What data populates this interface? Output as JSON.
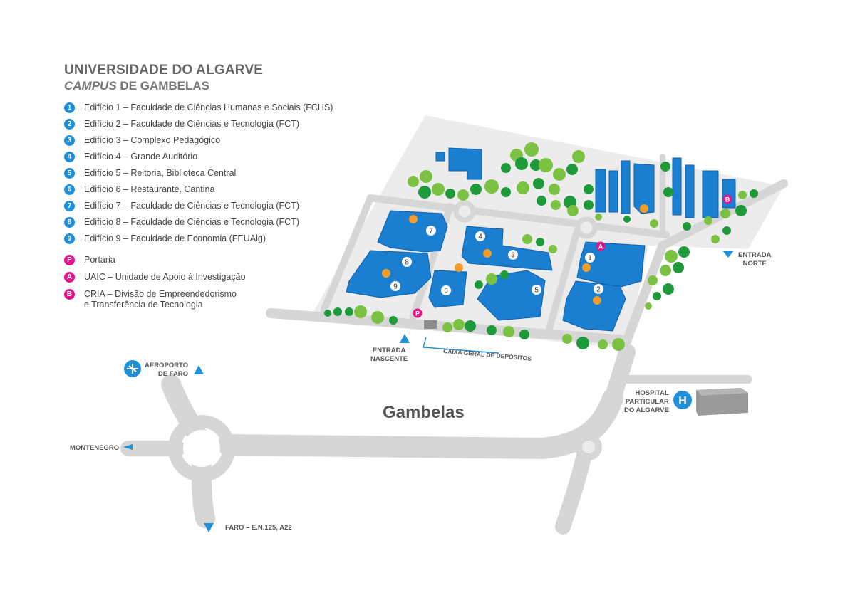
{
  "header": {
    "university": "UNIVERSIDADE DO ALGARVE",
    "campus_word": "CAMPUS",
    "campus_rest": " DE GAMBELAS"
  },
  "legend": [
    {
      "marker": "1",
      "kind": "building",
      "text": "Edifício 1 – Faculdade de Ciências Humanas e Sociais (FCHS)"
    },
    {
      "marker": "2",
      "kind": "building",
      "text": "Edifício 2 – Faculdade de Ciências e Tecnologia (FCT)"
    },
    {
      "marker": "3",
      "kind": "building",
      "text": "Edifício 3 – Complexo Pedagógico"
    },
    {
      "marker": "4",
      "kind": "building",
      "text": "Edifício 4 – Grande Auditório"
    },
    {
      "marker": "5",
      "kind": "building",
      "text": "Edifício 5 – Reitoria, Biblioteca Central"
    },
    {
      "marker": "6",
      "kind": "building",
      "text": "Edifício 6 – Restaurante, Cantina"
    },
    {
      "marker": "7",
      "kind": "building",
      "text": "Edifício 7 – Faculdade de Ciências e Tecnologia (FCT)"
    },
    {
      "marker": "8",
      "kind": "building",
      "text": "Edifício 8 – Faculdade de Ciências e Tecnologia (FCT)"
    },
    {
      "marker": "9",
      "kind": "building",
      "text": "Edifício 9 – Faculdade de Economia (FEUAlg)"
    },
    {
      "marker": "P",
      "kind": "service",
      "text": "Portaria"
    },
    {
      "marker": "A",
      "kind": "service",
      "text": "UAIC – Unidade de Apoio à Investigação"
    },
    {
      "marker": "B",
      "kind": "service",
      "text": "CRIA – Divisão de Empreendedorismo",
      "text2": "e Transferência de Tecnologia"
    }
  ],
  "map_labels": {
    "entrada_nascente": [
      "ENTRADA",
      "NASCENTE"
    ],
    "entrada_norte": [
      "ENTRADA",
      "NORTE"
    ],
    "caixa": "CAIXA GERAL DE DEPÓSITOS",
    "aeroporto": [
      "AEROPORTO",
      "DE FARO"
    ],
    "montenegro": "MONTENEGRO",
    "faro": "FARO – E.N.125, A22",
    "hospital": [
      "HOSPITAL",
      "PARTICULAR",
      "DO ALGARVE"
    ],
    "hospital_symbol": "H",
    "town": "Gambelas"
  },
  "building_markers": [
    {
      "label": "1"
    },
    {
      "label": "2"
    },
    {
      "label": "3"
    },
    {
      "label": "4"
    },
    {
      "label": "5"
    },
    {
      "label": "6"
    },
    {
      "label": "7"
    },
    {
      "label": "8"
    },
    {
      "label": "9"
    }
  ],
  "service_markers": [
    {
      "label": "P"
    },
    {
      "label": "A"
    },
    {
      "label": "B"
    }
  ],
  "icons": {
    "restaurant": "restaurant-icon",
    "airport": "airplane-icon",
    "hospital": "hospital-icon",
    "direction": "triangle-arrow-icon"
  },
  "colors": {
    "building": "#1a7fd0",
    "building_dark": "#0f5fa8",
    "marker_blue": "#1e8fd8",
    "marker_magenta": "#e0168a",
    "restaurant": "#f39c2a",
    "tree_dark": "#1f9a3a",
    "tree_light": "#7cc242",
    "road": "#d8d8d8",
    "campus": "#ececec",
    "text": "#555555"
  }
}
